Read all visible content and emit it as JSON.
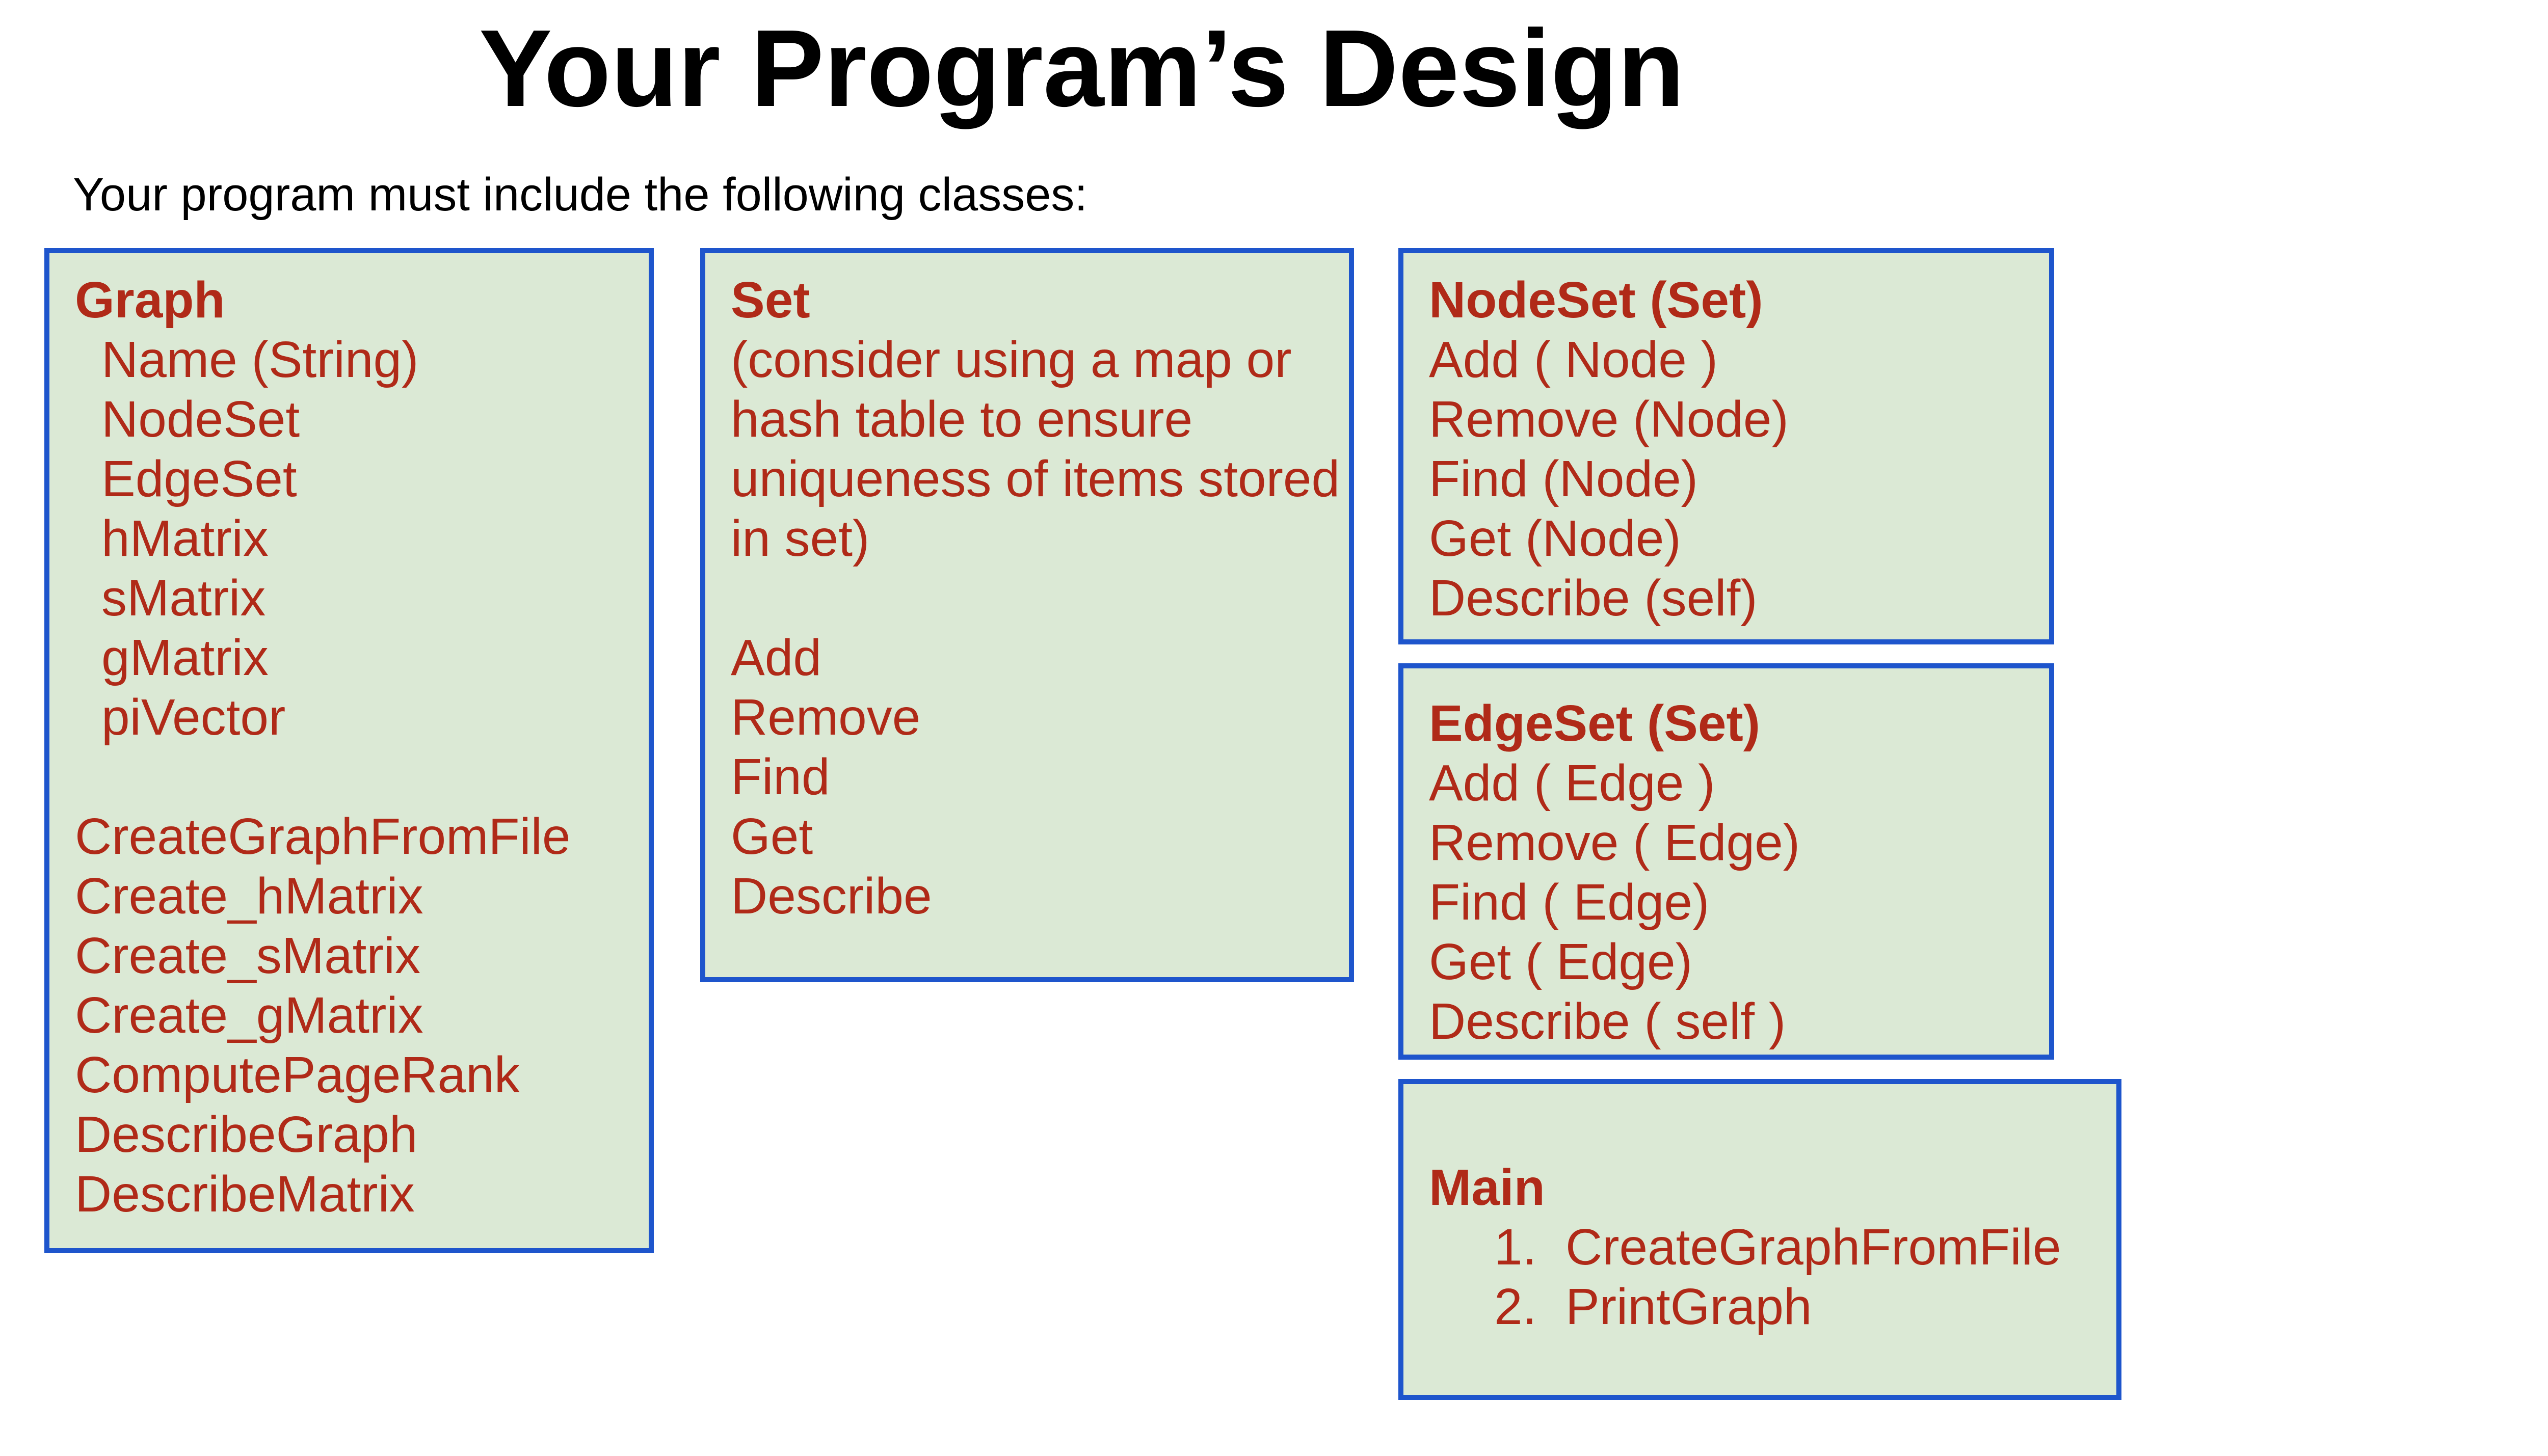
{
  "slide": {
    "title": "Your Program’s Design",
    "subtitle": "Your program must include the following classes:"
  },
  "colors": {
    "page_bg": "#ffffff",
    "box_bg": "#dbe9d5",
    "box_border": "#1e55cc",
    "accent_text": "#b02a18",
    "heading_text": "#000000"
  },
  "boxes": {
    "graph": {
      "title": "Graph",
      "attributes": [
        "Name (String)",
        "NodeSet",
        "EdgeSet",
        "hMatrix",
        "sMatrix",
        "gMatrix",
        "piVector"
      ],
      "methods": [
        "CreateGraphFromFile",
        "Create_hMatrix",
        "Create_sMatrix",
        "Create_gMatrix",
        "ComputePageRank",
        "DescribeGraph",
        "DescribeMatrix"
      ]
    },
    "set": {
      "title": "Set",
      "note_lines": [
        "(consider using a map or",
        "hash table to ensure",
        "uniqueness of items stored",
        "in set)"
      ],
      "methods": [
        "Add",
        "Remove",
        "Find",
        "Get",
        "Describe"
      ]
    },
    "nodeset": {
      "title": "NodeSet (Set)",
      "methods": [
        "Add ( Node )",
        "Remove (Node)",
        "Find (Node)",
        "Get (Node)",
        "Describe (self)"
      ]
    },
    "edgeset": {
      "title": "EdgeSet (Set)",
      "methods": [
        "Add ( Edge )",
        "Remove ( Edge)",
        "Find ( Edge)",
        "Get ( Edge)",
        "Describe ( self )"
      ]
    },
    "main": {
      "title": "Main",
      "steps": [
        {
          "num": "1.",
          "label": "CreateGraphFromFile"
        },
        {
          "num": "2.",
          "label": "PrintGraph"
        }
      ]
    }
  }
}
